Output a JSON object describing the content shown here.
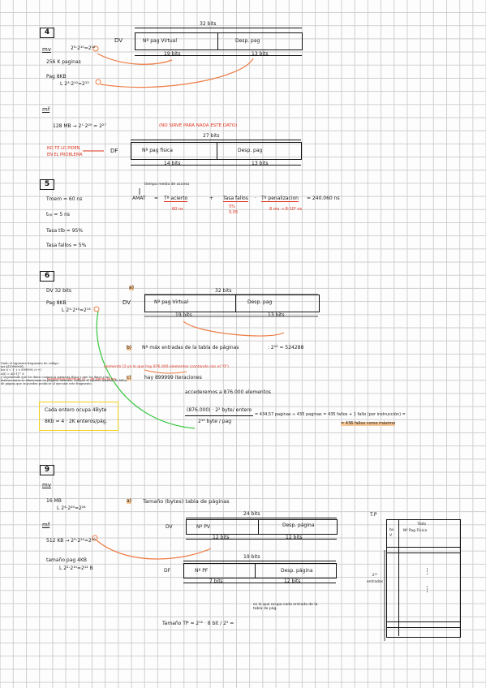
{
  "s4": {
    "number": "4",
    "mv_label": "mv",
    "pages_formula": "2⁸·2¹⁰=2¹⁸",
    "pages_count": "256 K paginas",
    "pag_size": "Pag 8KB",
    "pag_formula": "L 2³·2¹⁰=2¹³",
    "bits_top": "32 bits",
    "dv": "DV",
    "npv": "Nº pag Virtual",
    "desp": "Desp. pag",
    "bits_left": "19 bits",
    "bits_right": "13 bits",
    "mf_label": "mf",
    "mf_formula": "128 MB → 2⁷·2²⁰ = 2²⁷",
    "mf_note": "(NO SIRVE PARA NADA ESTE DATO)",
    "bits_top2": "27 bits",
    "df": "DF",
    "npf": "Nº pag fisica",
    "desp2": "Desp. pag",
    "bits_left2": "14 bits",
    "bits_right2": "13 bits",
    "side_note_1": "NO TE LO PIDEN",
    "side_note_2": "EN EL PROBLEMA"
  },
  "s5": {
    "number": "5",
    "tmem": "Tmem = 60 ns",
    "ttlb": "tₜₗᵦ = 5 ns",
    "tlb_rate": "Tasa tlb = 95%",
    "fail_rate": "Tasa fallos = 5%",
    "amat_label": "tiempo medio de acceso",
    "amat": "AMAT",
    "eq": "=",
    "t_hit": "Tº acierto",
    "plus": "+",
    "rate": "Tasa fallos",
    "dot": "·",
    "t_pen": "Tº penalizacion",
    "result": "= 240.060 ns",
    "u_hit": "60 ns",
    "u_rate": "5%\n0,05",
    "u_pen": "8 ms → 8·10⁶ ns"
  },
  "s6": {
    "number": "6",
    "dv_bits": "DV 32 bits",
    "pag": "Pag 8KB",
    "pag_formula": "L 2³·2¹⁰=2¹³",
    "a": "a)",
    "dv": "DV",
    "npv": "Nº pag Virtual",
    "desp": "Desp. pag",
    "bits_top": "32 bits",
    "bits_left": "19 bits",
    "bits_right": "13 bits",
    "b": "b)",
    "b_text": "Nº máx entradas de la tabla de páginas",
    "b_res": ": 2¹⁹ = 524288",
    "note": "elemento [i] ya lo que hay 876.000 elementos (contando con el \"0\")",
    "c": "c)",
    "c_text": "hay 899999 iteraciones",
    "c_text2": "accederemos a 876.000 elementos",
    "calc1": "(876.000) · 2² byte/ entero",
    "calc2": "2¹³ byte / pag",
    "calc_res": "= 434,57 paginas ≈ 435 paginas = 435 fallos + 1 fallo (por instrucción) =",
    "calc_res2": "= 436 fallos como máximo",
    "y1": "Cada entero ocupa 4Byte",
    "y2": "8Kb = 4 · 2K enteros/pág.",
    "code_lines": [
      "Dado el siguiente fragmento de código:",
      "    int A[1000000];",
      "    for (i = 1; i < 899999; i++)",
      "        A[i] = A[i-1] * 3;",
      "y suponiendo que los datos ocupan la memoria física y que los datos y las",
      "instrucciones se almacenan en páginas distintas, indique el número máximo de fallos",
      "de página que se pueden producir al ejecutar este fragmento."
    ],
    "code_red": "Accederá al elemento i-1 ... de alguna forma"
  },
  "s9": {
    "number": "9",
    "mv_label": "mv",
    "mv_size": "16 MB",
    "mv_formula": "L 2⁴·2²⁰=2²⁴",
    "a": "a)",
    "a_text": "Tamaño (bytes) tabla de páginas",
    "bits_top": "24 bits",
    "dv": "DV",
    "npv": "Nº PV",
    "desp": "Desp. página",
    "bits_left": "12 bits",
    "bits_right": "12 bits",
    "mf_label": "mf",
    "mf_formula": "512 KB → 2⁹·2¹⁰=2¹⁹",
    "pag_size": "tamaño pag 4KB",
    "pag_formula": "L 2²·2¹⁰=2¹² B",
    "bits_top2": "19 bits",
    "df": "DF",
    "npf": "Nº PF",
    "desp2": "Desp. página",
    "bits_left2": "7 bits",
    "bits_right2": "12 bits",
    "tp_label": "Tamaño TP = 2¹² · 8 bit / 2³ =",
    "tp_note": "es lo que ocupa cada entrada de la tabla de pág.",
    "tp_title": "T.P",
    "tp_col1": "bv\nV",
    "tp_col2": "Nº Pag Física",
    "tp_bits": "7bits",
    "tp_entries": "2¹²\nentradas",
    "tp_dots": "⋮"
  }
}
